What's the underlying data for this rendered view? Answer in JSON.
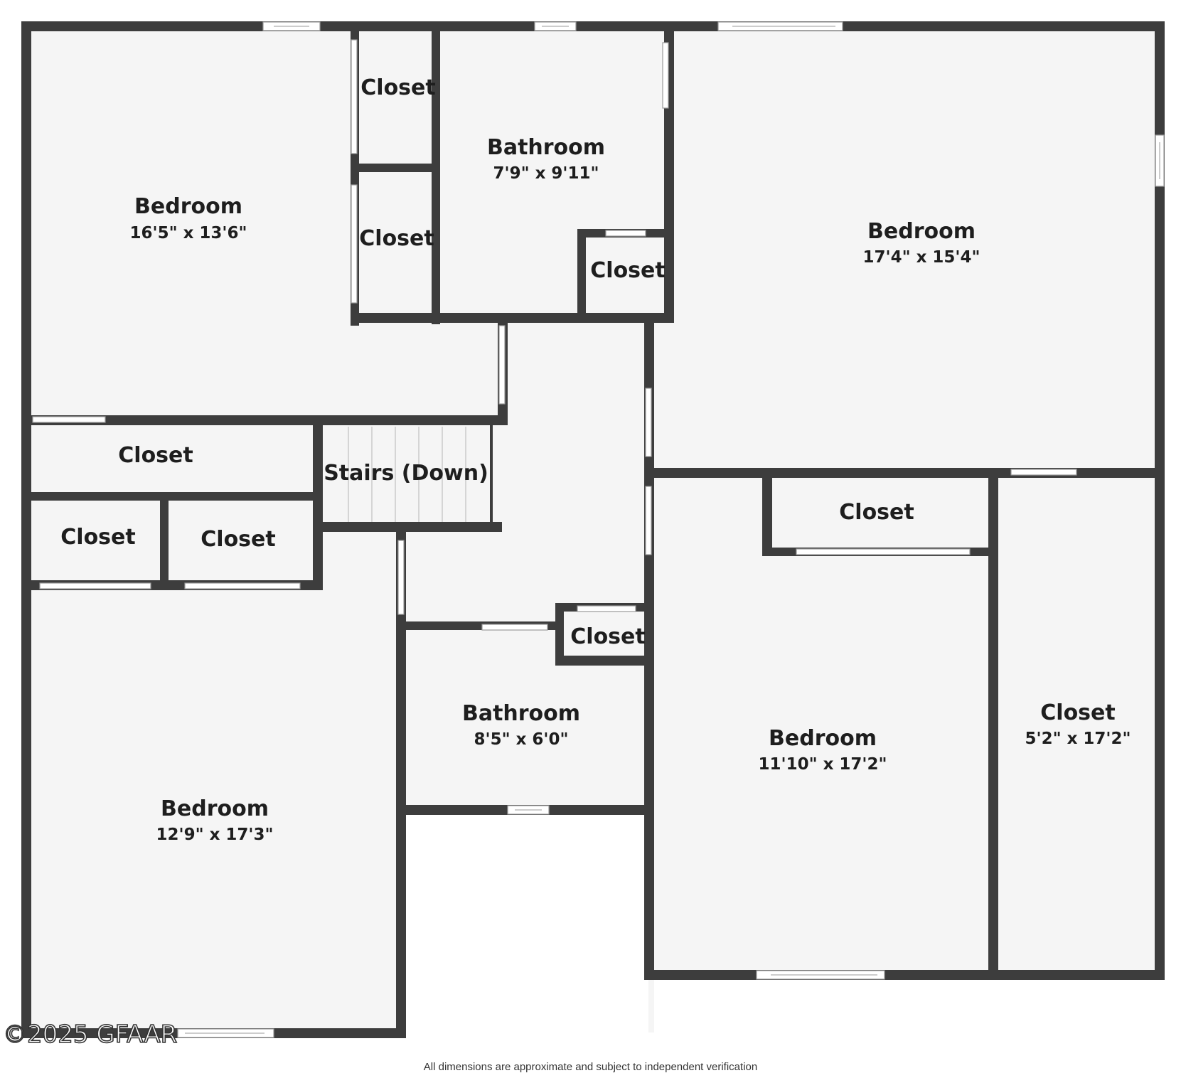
{
  "rooms": [
    {
      "id": "bedroom-1",
      "name": "Bedroom",
      "dims": "16'5\" x 13'6\""
    },
    {
      "id": "closet-a",
      "name": "Closet"
    },
    {
      "id": "closet-b",
      "name": "Closet"
    },
    {
      "id": "bathroom-1",
      "name": "Bathroom",
      "dims": "7'9\" x 9'11\""
    },
    {
      "id": "closet-c",
      "name": "Closet"
    },
    {
      "id": "bedroom-2",
      "name": "Bedroom",
      "dims": "17'4\" x 15'4\""
    },
    {
      "id": "closet-d",
      "name": "Closet"
    },
    {
      "id": "stairs",
      "name": "Stairs (Down)"
    },
    {
      "id": "closet-e",
      "name": "Closet"
    },
    {
      "id": "closet-f",
      "name": "Closet"
    },
    {
      "id": "closet-g",
      "name": "Closet"
    },
    {
      "id": "closet-h",
      "name": "Closet"
    },
    {
      "id": "bathroom-2",
      "name": "Bathroom",
      "dims": "8'5\" x 6'0\""
    },
    {
      "id": "bedroom-3",
      "name": "Bedroom",
      "dims": "11'10\" x 17'2\""
    },
    {
      "id": "closet-i",
      "name": "Closet",
      "dims": "5'2\" x 17'2\""
    },
    {
      "id": "bedroom-4",
      "name": "Bedroom",
      "dims": "12'9\" x 17'3\""
    }
  ],
  "watermark": "©2025 GFAAR",
  "disclaimer": "All dimensions are approximate and subject to independent verification"
}
